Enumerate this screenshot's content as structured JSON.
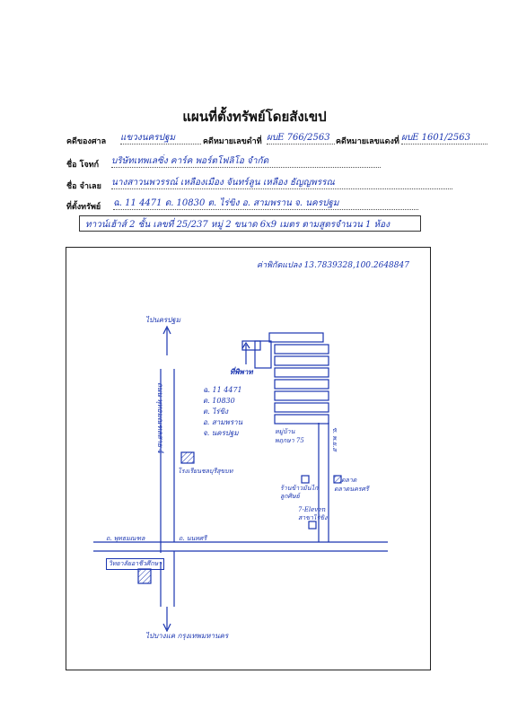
{
  "page_title": "แผนที่ตั้งทรัพย์โดยสังเขป",
  "form": {
    "court_label": "คดีของศาล",
    "court_value": "แขวงนครปฐม",
    "black_case_label": "คดีหมายเลขดำที่",
    "black_case_value": "ผบE 766/2563",
    "red_case_label": "คดีหมายเลขแดงที่",
    "red_case_value": "ผบE 1601/2563",
    "plaintiff_label": "ชื่อ โจทก์",
    "plaintiff_value": "บริษัทเทพเลซิ่ง คาร์ค พอร์ตโฟลิโอ จำกัด",
    "defendant_label": "ชื่อ จำเลย",
    "defendant_value": "นางสาวนพวรรณ์ เหลืองเมือง จันทร์ลูน เหลือง ธัญญพรรณ",
    "property_location_label": "ที่ตั้งทรัพย์",
    "property_location_value": "ฉ. 11 4471  ด. 10830  ต. ไร่ขิง  อ. สามพราน  จ. นครปฐม",
    "building_description": "ทาวน์เฮ้าส์ 2 ชั้น เลขที่ 25/237 หมู่ 2 ขนาด 6x9 เมตร ตามสูตรจำนวน 1 ห้อง"
  },
  "map": {
    "gps_label": "ค่าพิกัดแปลง 13.7839328,100.2648847",
    "to_nakhon_pathom": "ไปนครปฐม",
    "to_bangkok": "ไปบางแค กรุงเทพมหานคร",
    "main_road": "ถนน พุทธมณฑลสาย 4",
    "property_marker": "ที่พิพาท",
    "deed_info": [
      "ฉ. 11 4471",
      "ด. 10830",
      "ต. ไร่ขิง",
      "อ. สามพราน",
      "จ. นครปฐม"
    ],
    "school": "โรงเรียนชลบุรีสุขบท",
    "village": "หมู่บ้าน พฤกษา 75",
    "soi": "ซ. พ.ย.ส",
    "market": "ตลาด",
    "temple": "ตลาดนครศรี",
    "restaurant": "ร้านข้าวมันไก่ ลูกศิษย์",
    "seven_eleven": "7-Eleven สาขาไร่ขิง",
    "road_left": "ถ. พุทธมณฑล",
    "road_right": "ถ. นนทศรี",
    "bottom_left": "วิทยาลัยอาชีวศึกษา"
  }
}
